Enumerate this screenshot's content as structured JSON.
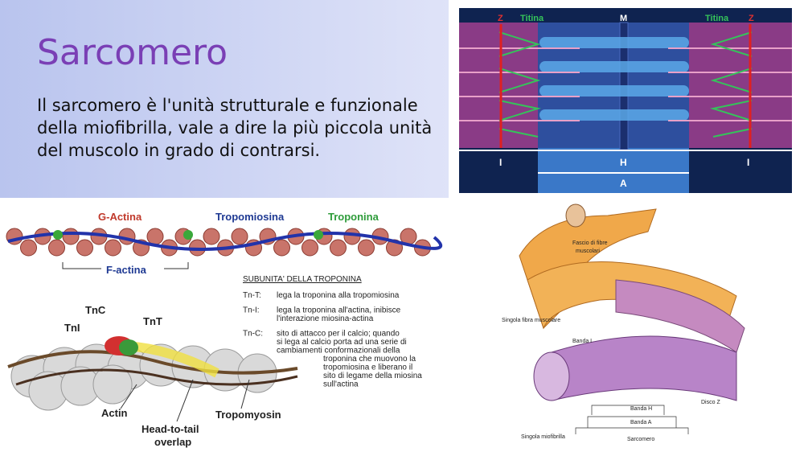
{
  "slide": {
    "title": "Sarcomero",
    "body": "Il sarcomero è l'unità strutturale e funzionale della miofibrilla, vale a dire la più piccola unità del muscolo in grado di contrarsi."
  },
  "sarcomere_figure": {
    "labels": {
      "z_left": "Z",
      "titina_left": "Titina",
      "m": "M",
      "titina_right": "Titina",
      "z_right": "Z",
      "i_left": "I",
      "h": "H",
      "i_right": "I",
      "a": "A"
    }
  },
  "thin_filament_figure": {
    "labels": {
      "g_actina": "G-Actina",
      "tropomiosina": "Tropomiosina",
      "troponina": "Troponina",
      "f_actina": "F-actina"
    }
  },
  "troponin_legend": {
    "heading": "SUBUNITA' DELLA TROPONINA",
    "items": [
      {
        "code": "Tn-T:",
        "lines": [
          "lega la troponina alla tropomiosina"
        ]
      },
      {
        "code": "Tn-I:",
        "lines": [
          "lega la troponina all'actina, inibisce",
          "l'interazione miosina-actina"
        ]
      },
      {
        "code": "Tn-C:",
        "lines": [
          "sito di attacco per il calcio; quando",
          "si lega al calcio porta ad una serie di",
          "cambiamenti conformazionali della",
          "troponina  che muovono la",
          "tropomiosina e liberano il",
          "sito di legame della miosina",
          "sull'actina"
        ]
      }
    ]
  },
  "troponin_figure": {
    "labels": {
      "tnc": "TnC",
      "tni": "TnI",
      "tnt": "TnT",
      "actin": "Actin",
      "tropomyosin": "Tropomyosin",
      "overlap_1": "Head-to-tail",
      "overlap_2": "overlap"
    }
  },
  "muscle_figure": {
    "labels": {
      "fascio_1": "Fascio di fibre",
      "fascio_2": "muscolari",
      "singola_fibra": "Singola fibra muscolare",
      "banda_i": "Banda I",
      "banda_h": "Banda H",
      "banda_a": "Banda A",
      "disco_z": "Disco Z",
      "singola_miofibrilla": "Singola miofibrilla",
      "sarcomero": "Sarcomero"
    }
  },
  "colors": {
    "title": "#7a3fb5",
    "actin_bead": "#c9746a",
    "tropomyosin": "#2233aa",
    "troponin": "#3aa83a"
  }
}
